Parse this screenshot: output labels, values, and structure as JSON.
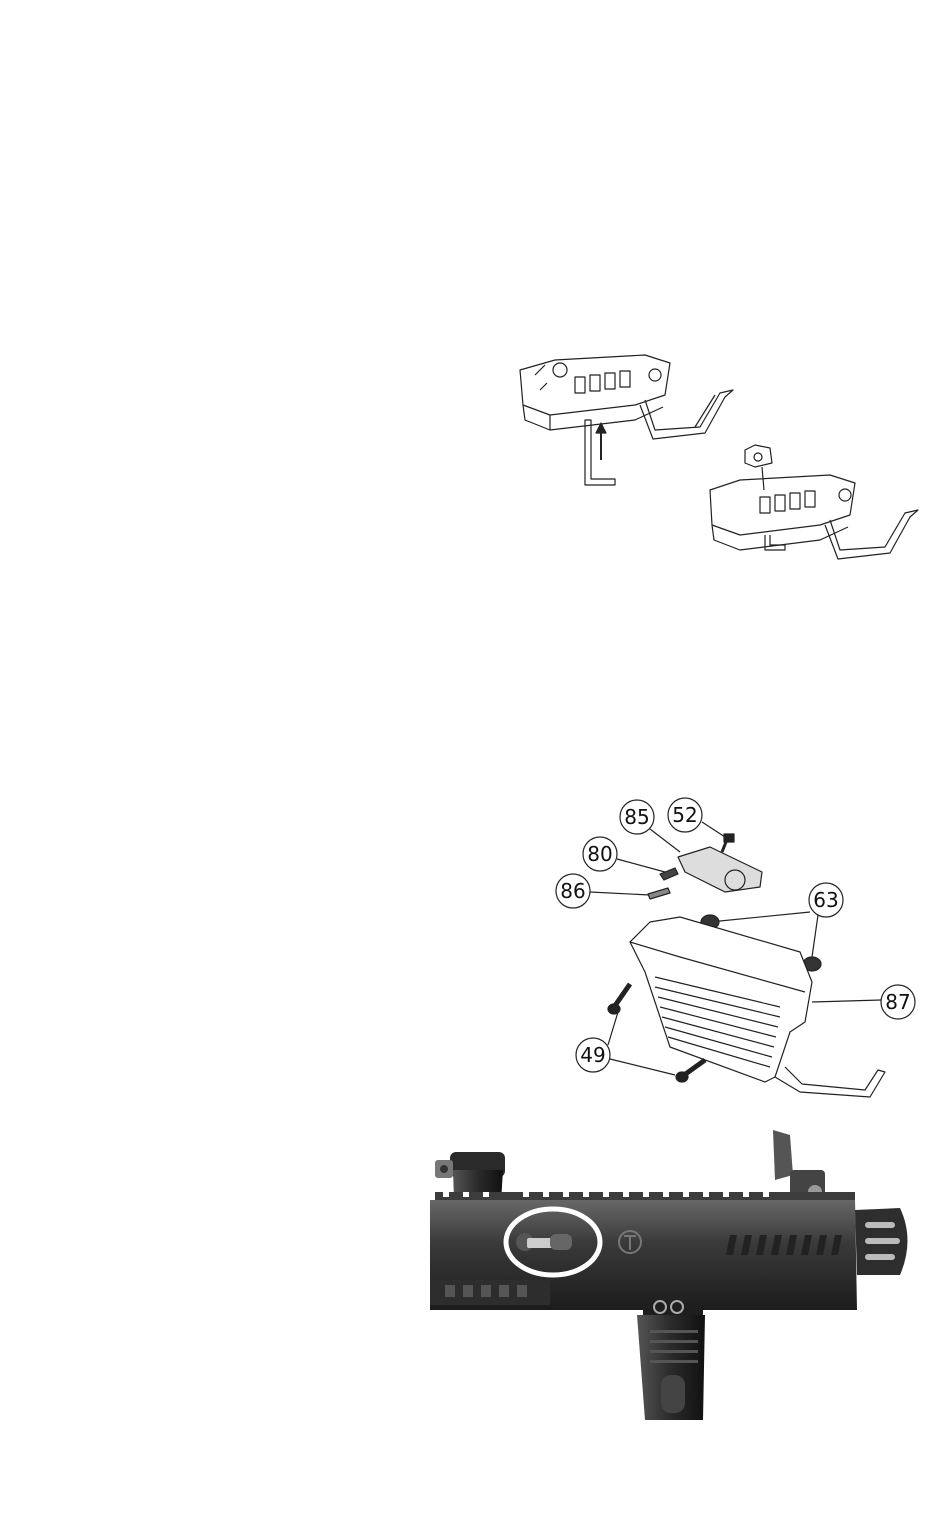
{
  "figure1": {
    "description_icon": "allen-wrench-insert-arrow-icon"
  },
  "figure2": {
    "callouts": [
      {
        "id": "c85",
        "label": "85"
      },
      {
        "id": "c52",
        "label": "52"
      },
      {
        "id": "c80",
        "label": "80"
      },
      {
        "id": "c86",
        "label": "86"
      },
      {
        "id": "c63",
        "label": "63"
      },
      {
        "id": "c87",
        "label": "87"
      },
      {
        "id": "c49",
        "label": "49"
      }
    ]
  },
  "figure3": {
    "highlight_icon": "highlight-circle-icon"
  }
}
